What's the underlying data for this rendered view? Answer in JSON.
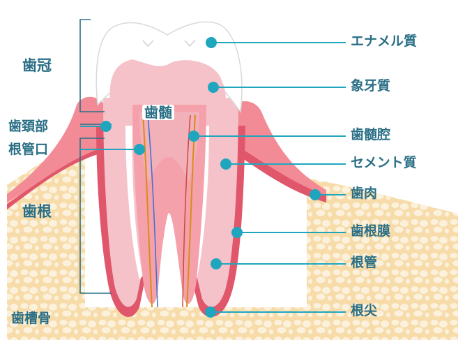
{
  "colors": {
    "accent": "#1fa6be",
    "label_text": "#2a6f86",
    "bone": "#f7dcaa",
    "bone_cell": "#fbf1dc",
    "gum": "#f28b95",
    "gum_dark": "#e0566a",
    "dentin": "#f6c2c9",
    "enamel": "#ffffff",
    "pulp": "#f4a1ab"
  },
  "labels": {
    "enamel": "エナメル質",
    "dentin": "象牙質",
    "pulp_cavity": "歯髄腔",
    "cementum": "セメント質",
    "gingiva": "歯肉",
    "periodontal_ligament": "歯根膜",
    "root_canal": "根管",
    "apex": "根尖",
    "crown": "歯冠",
    "cervical": "歯頚部",
    "canal_orifice": "根管口",
    "root": "歯根",
    "alveolar_bone": "歯槽骨",
    "pulp": "歯髄"
  }
}
